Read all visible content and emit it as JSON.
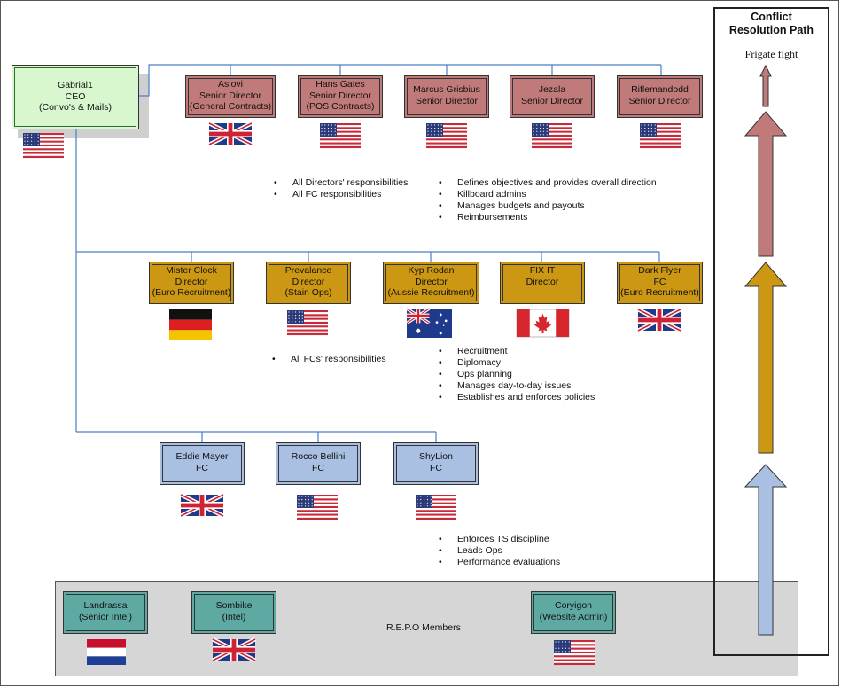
{
  "ceo": {
    "lines": [
      "Gabrial1",
      "CEO",
      "(Convo's & Mails)"
    ]
  },
  "senior_directors": [
    {
      "lines": [
        "Aslovi",
        "Senior Director",
        "(General Contracts)"
      ],
      "flag": "uk"
    },
    {
      "lines": [
        "Hans Gates",
        "Senior Director",
        "(POS Contracts)"
      ],
      "flag": "us"
    },
    {
      "lines": [
        "Marcus Grisbius",
        "Senior Director"
      ],
      "flag": "us"
    },
    {
      "lines": [
        "Jezala",
        "Senior Director"
      ],
      "flag": "us"
    },
    {
      "lines": [
        "Riflemandodd",
        "Senior Director"
      ],
      "flag": "us"
    }
  ],
  "directors": [
    {
      "lines": [
        "Mister Clock",
        "Director",
        "(Euro Recruitment)"
      ],
      "flag": "germany"
    },
    {
      "lines": [
        "Prevalance",
        "Director",
        "(Stain Ops)"
      ],
      "flag": "us"
    },
    {
      "lines": [
        "Kyp Rodan",
        "Director",
        "(Aussie Recruitment)"
      ],
      "flag": "australia"
    },
    {
      "lines": [
        "FIX IT",
        "Director"
      ],
      "flag": "canada"
    },
    {
      "lines": [
        "Dark Flyer",
        "FC",
        "(Euro Recruitment)"
      ],
      "flag": "uk"
    }
  ],
  "fcs": [
    {
      "lines": [
        "Eddie Mayer",
        "FC"
      ],
      "flag": "uk"
    },
    {
      "lines": [
        "Rocco Bellini",
        "FC"
      ],
      "flag": "us"
    },
    {
      "lines": [
        "ShyLion",
        "FC"
      ],
      "flag": "us"
    }
  ],
  "repo": {
    "label": "R.E.P.O Members",
    "members": [
      {
        "lines": [
          "Landrassa",
          "(Senior Intel)"
        ],
        "flag": "netherlands"
      },
      {
        "lines": [
          "Sombike",
          "(Intel)"
        ],
        "flag": "uk"
      },
      {
        "lines": [
          "Coryigon",
          "(Website Admin)"
        ],
        "flag": "us"
      }
    ]
  },
  "bullets": {
    "ceo_inherits": [
      "All Directors' responsibilities",
      "All FC responsibilities"
    ],
    "ceo_duties": [
      "Defines objectives and provides overall direction",
      "Killboard admins",
      "Manages budgets and payouts",
      "Reimbursements"
    ],
    "director_inherits": [
      "All FCs' responsibilities"
    ],
    "director_duties": [
      "Recruitment",
      "Diplomacy",
      "Ops planning",
      "Manages day-to-day issues",
      "Establishes and enforces policies"
    ],
    "fc_duties": [
      "Enforces TS discipline",
      "Leads Ops",
      "Performance evaluations"
    ]
  },
  "conflict_path": {
    "title": [
      "Conflict",
      "Resolution Path"
    ],
    "top_label": "Frigate fight",
    "arrow_colors": [
      "#a9c0e2",
      "#cc9712",
      "#c07a7a"
    ]
  },
  "colors": {
    "senior_director": "#c07a7a",
    "director": "#cc9712",
    "fc": "#a9c0e2",
    "repo_member": "#5fa9a3",
    "ceo": "#d9f7cf",
    "repo_band": "#d6d6d6",
    "connector": "#4a7ec8"
  }
}
